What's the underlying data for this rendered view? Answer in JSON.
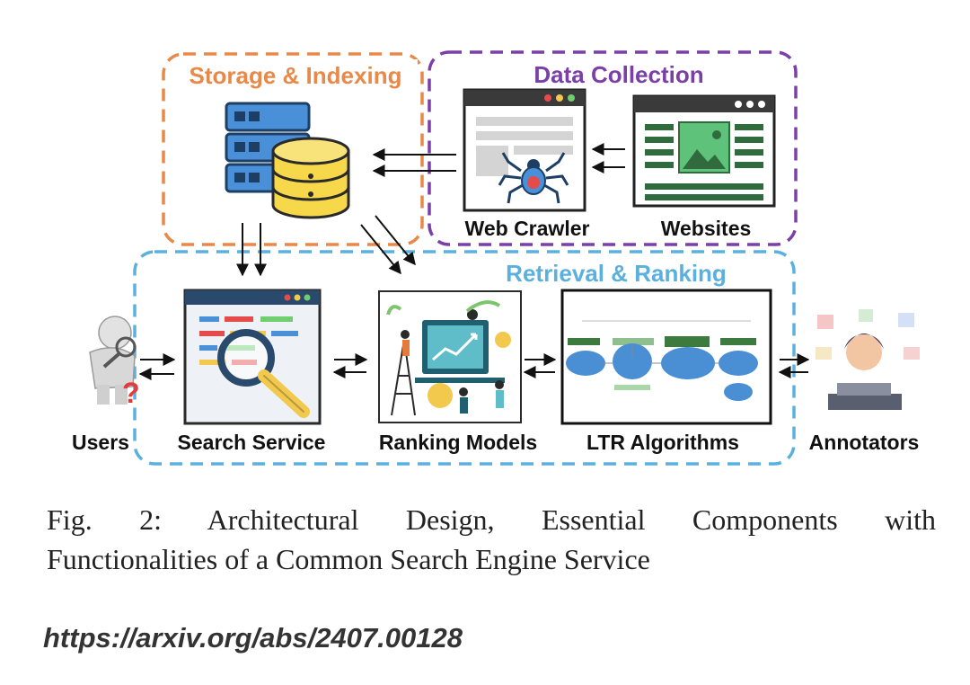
{
  "groups": {
    "storage": "Storage & Indexing",
    "collection": "Data Collection",
    "retrieval": "Retrieval & Ranking"
  },
  "components": {
    "users": "Users",
    "search_service": "Search Service",
    "ranking_models": "Ranking Models",
    "ltr_algorithms": "LTR Algorithms",
    "annotators": "Annotators",
    "web_crawler": "Web Crawler",
    "websites": "Websites"
  },
  "caption": {
    "line1": "Fig. 2: Architectural Design, Essential Components with",
    "line2": "Functionalities of a Common Search Engine Service"
  },
  "url": "https://arxiv.org/abs/2407.00128",
  "colors": {
    "storage": "#e8894a",
    "collection": "#7b3fa8",
    "retrieval": "#5bb0de",
    "text": "#111111"
  }
}
